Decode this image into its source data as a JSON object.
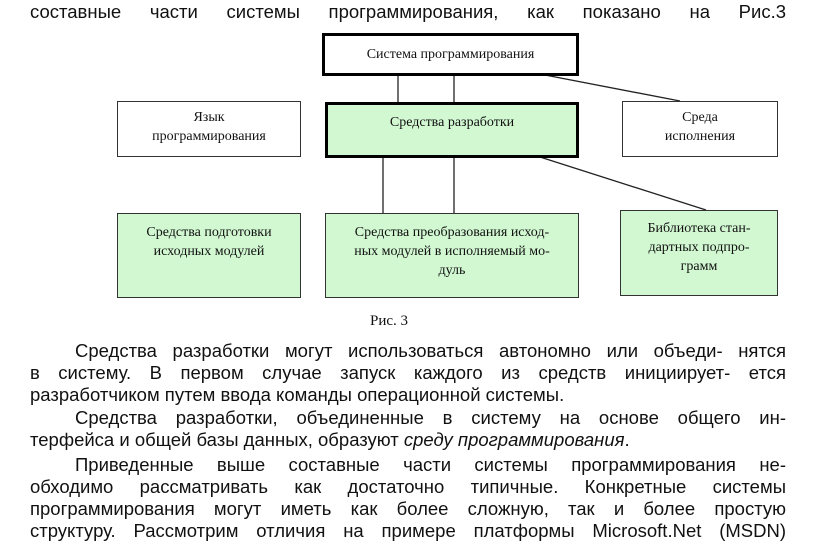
{
  "intro_line": "составные части системы программирования, как показано на Рис.3",
  "diagram": {
    "root": "Система программирования",
    "language": [
      "Язык",
      "программирования"
    ],
    "dev_tools": "Средства разработки",
    "runtime": [
      "Среда",
      "исполнения"
    ],
    "prep": [
      "Средства подготовки",
      "исходных модулей"
    ],
    "transform": [
      "Средства преобразования исход-",
      "ных модулей в исполняемый мо-",
      "дуль"
    ],
    "library": [
      "Библиотека стан-",
      "дартных подпро-",
      "грамм"
    ],
    "caption": "Рис. 3"
  },
  "paragraphs": {
    "p1": [
      "Средства разработки могут использоваться автономно или объеди- нятся",
      "в систему. В первом случае запуск каждого из средств инициирует- ется",
      "разработчиком путем ввода команды операционной системы."
    ],
    "p2_line1": "Средства разработки, объединенные в систему на основе общего ин-",
    "p2_line2_plain": "терфейса и общей базы данных, образуют",
    "p2_line2_italic": "среду программирования",
    "p2_line2_end": ".",
    "p3": [
      "Приведенные выше составные части системы программирования не-",
      "обходимо рассматривать как достаточно типичные. Конкретные системы",
      "программирования могут иметь как более сложную, так и более простую",
      "структуру. Рассмотрим отличия на примере платформы Microsoft.Net (MSDN)"
    ]
  }
}
